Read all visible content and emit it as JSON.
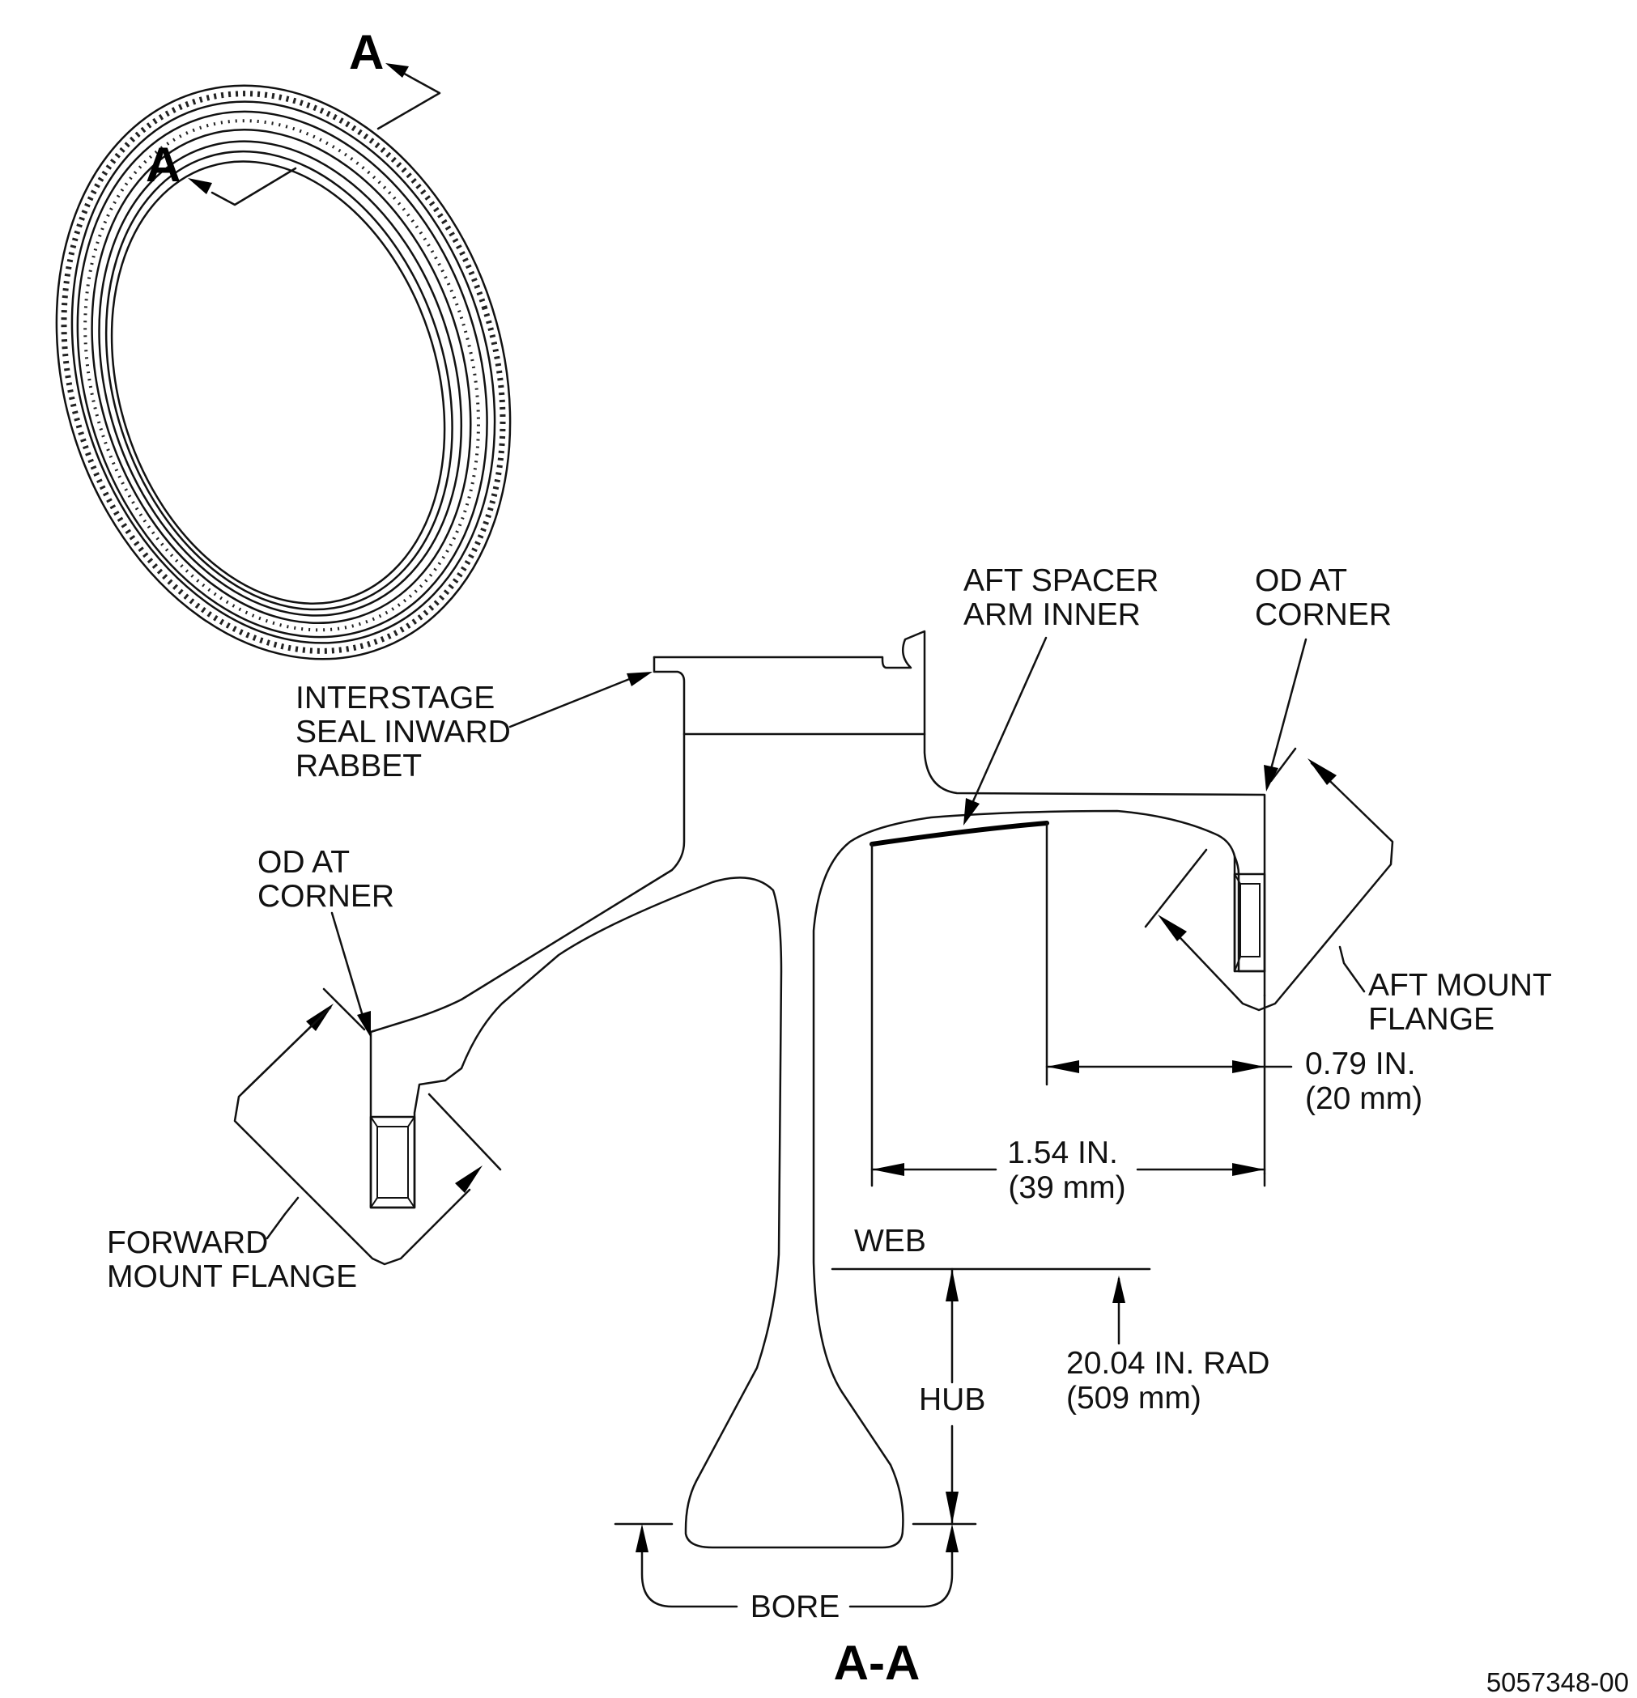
{
  "isometric_view": {
    "cut_marker_upper": "A",
    "cut_marker_lower": "A"
  },
  "section": {
    "view_label": "A-A",
    "drawing_number": "5057348-00"
  },
  "callouts": {
    "interstage_seal": [
      "INTERSTAGE",
      "SEAL INWARD",
      "RABBET"
    ],
    "aft_spacer_arm": [
      "AFT SPACER",
      "ARM INNER"
    ],
    "od_corner_aft": [
      "OD AT",
      "CORNER"
    ],
    "od_corner_forward": [
      "OD AT",
      "CORNER"
    ],
    "aft_mount_flange": [
      "AFT MOUNT",
      "FLANGE"
    ],
    "forward_mount_flange": [
      "FORWARD",
      "MOUNT FLANGE"
    ],
    "web": "WEB",
    "hub": "HUB",
    "bore": "BORE"
  },
  "dimensions": {
    "aft_offset": [
      "0.79 IN.",
      "(20 mm)"
    ],
    "arm_length": [
      "1.54 IN.",
      "(39 mm)"
    ],
    "web_radius": [
      "20.04 IN. RAD",
      "(509 mm)"
    ]
  }
}
